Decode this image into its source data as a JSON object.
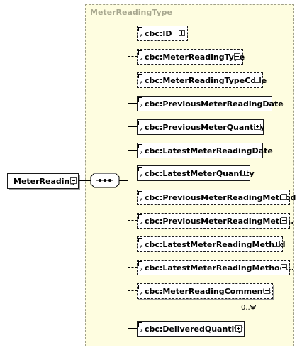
{
  "root": {
    "label": "MeterReading"
  },
  "type_name": "MeterReadingType",
  "elements": [
    {
      "label": "cbc:ID",
      "optional": true,
      "expandable": true
    },
    {
      "label": "cbc:MeterReadingType",
      "optional": true,
      "expandable": true
    },
    {
      "label": "cbc:MeterReadingTypeCode",
      "optional": true,
      "expandable": true
    },
    {
      "label": "cbc:PreviousMeterReadingDate",
      "optional": false,
      "expandable": false
    },
    {
      "label": "cbc:PreviousMeterQuantity",
      "optional": false,
      "expandable": true
    },
    {
      "label": "cbc:LatestMeterReadingDate",
      "optional": false,
      "expandable": false
    },
    {
      "label": "cbc:LatestMeterQuantity",
      "optional": false,
      "expandable": true
    },
    {
      "label": "cbc:PreviousMeterReadingMethod",
      "optional": true,
      "expandable": true
    },
    {
      "label": "cbc:PreviousMeterReadingMeth...",
      "optional": true,
      "expandable": true
    },
    {
      "label": "cbc:LatestMeterReadingMethod",
      "optional": true,
      "expandable": true
    },
    {
      "label": "cbc:LatestMeterReadingMethod...",
      "optional": true,
      "expandable": true
    },
    {
      "label": "cbc:MeterReadingComments",
      "optional": true,
      "expandable": true,
      "repeating": true
    },
    {
      "label": "cbc:DeliveredQuantity",
      "optional": false,
      "expandable": true
    }
  ],
  "cardinality": "0..∞",
  "colors": {
    "type_bg": "#fefde0",
    "type_border": "#a0a08a",
    "type_title": "#a8a890"
  }
}
